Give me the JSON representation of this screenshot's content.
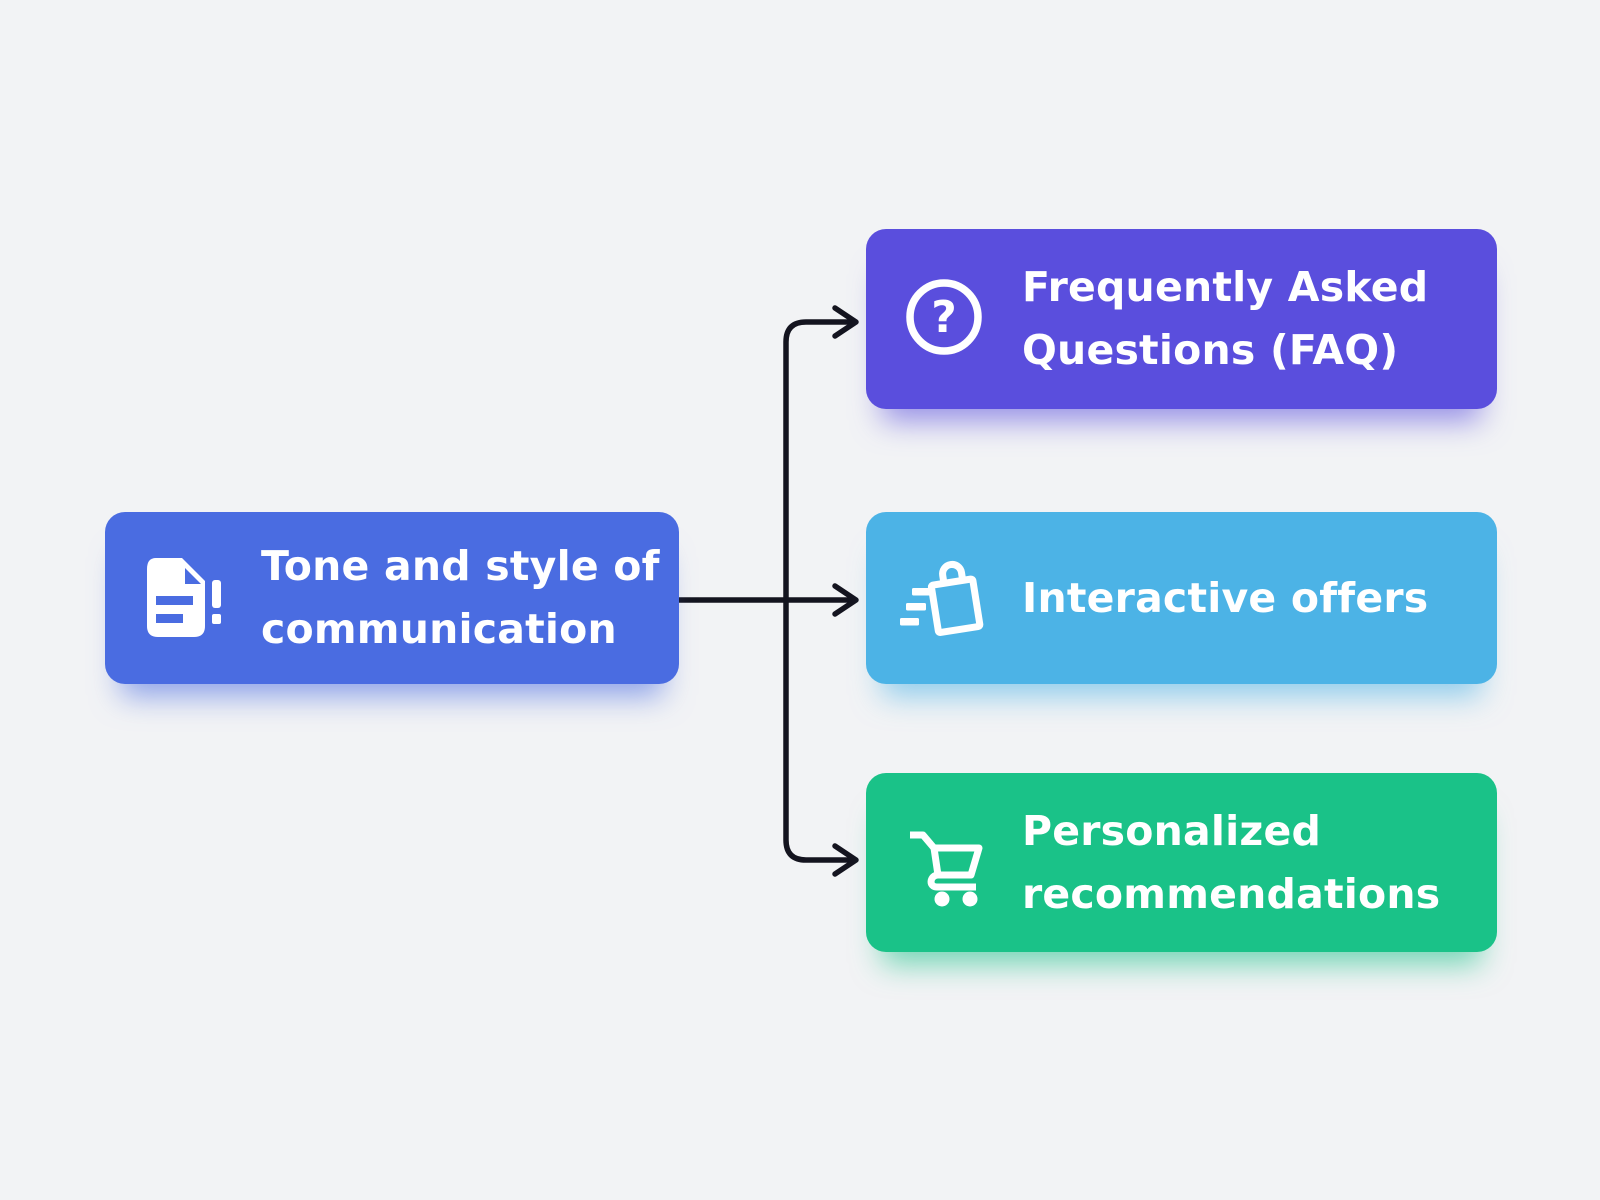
{
  "diagram": {
    "background": "#f2f3f5",
    "connector_color": "#14141f",
    "root": {
      "label": "Tone and style of communication",
      "lines": [
        "Tone and style of",
        "communication"
      ],
      "color": "#4a6ce1",
      "icon": "document-alert-icon"
    },
    "children": [
      {
        "label": "Frequently Asked Questions (FAQ)",
        "lines": [
          "Frequently Asked",
          "Questions (FAQ)"
        ],
        "color": "#5a4edd",
        "icon": "question-circle-icon"
      },
      {
        "label": "Interactive offers",
        "lines": [
          "Interactive offers"
        ],
        "color": "#4cb3e6",
        "icon": "shopping-bag-icon"
      },
      {
        "label": "Personalized recommendations",
        "lines": [
          "Personalized",
          "recommendations"
        ],
        "color": "#1ac288",
        "icon": "shopping-cart-icon"
      }
    ]
  }
}
